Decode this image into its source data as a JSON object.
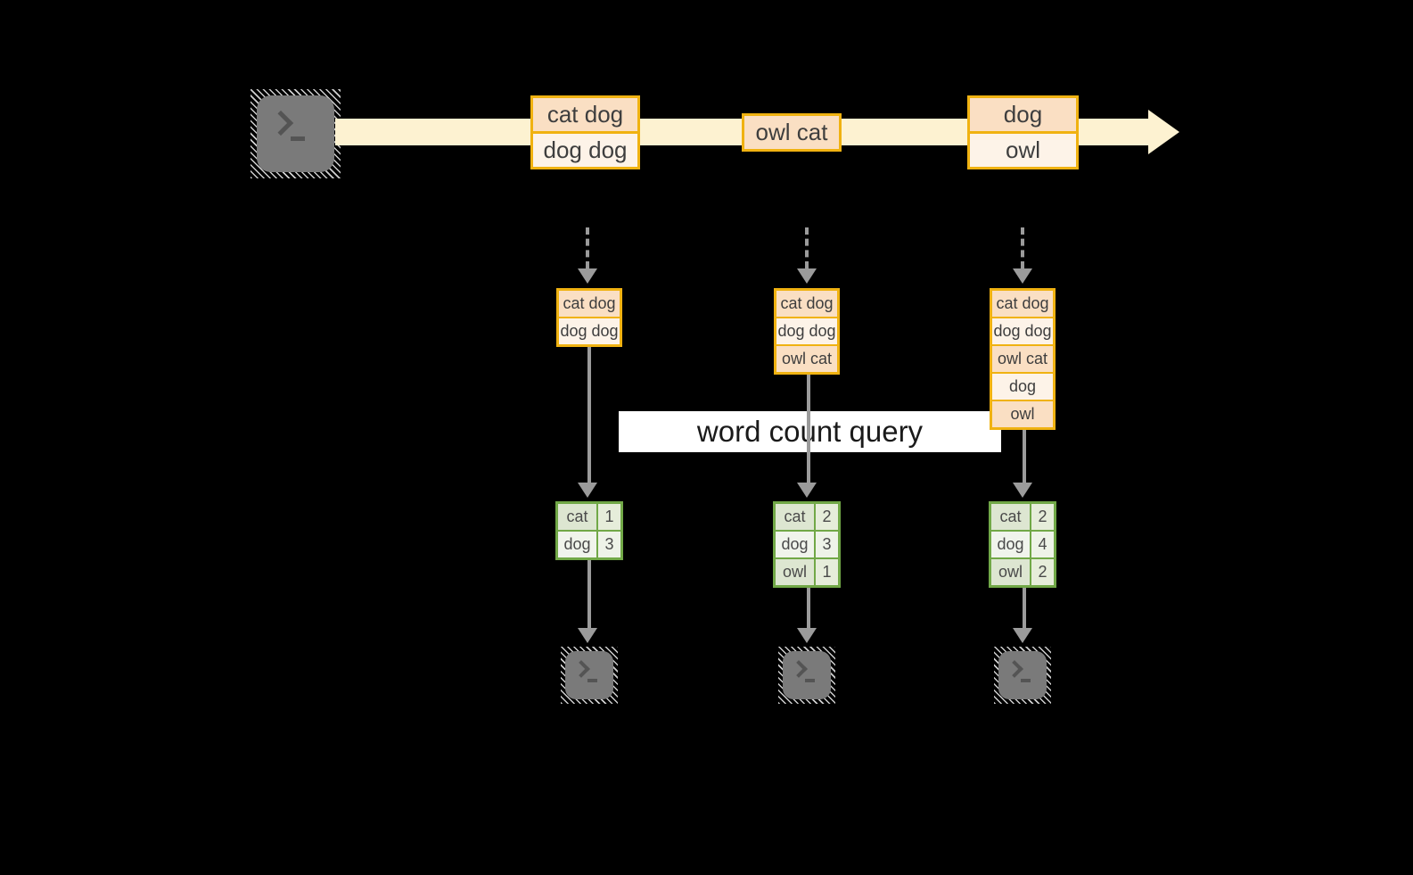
{
  "query_label": "word count query",
  "stream": {
    "events": [
      {
        "lines": [
          "cat dog",
          "dog dog"
        ]
      },
      {
        "lines": [
          "owl cat"
        ]
      },
      {
        "lines": [
          "dog",
          "owl"
        ]
      }
    ]
  },
  "columns": [
    {
      "stack": [
        "cat dog",
        "dog dog"
      ],
      "counts": [
        {
          "word": "cat",
          "count": "1"
        },
        {
          "word": "dog",
          "count": "3"
        }
      ]
    },
    {
      "stack": [
        "cat dog",
        "dog dog",
        "owl cat"
      ],
      "counts": [
        {
          "word": "cat",
          "count": "2"
        },
        {
          "word": "dog",
          "count": "3"
        },
        {
          "word": "owl",
          "count": "1"
        }
      ]
    },
    {
      "stack": [
        "cat dog",
        "dog dog",
        "owl cat",
        "dog",
        "owl"
      ],
      "counts": [
        {
          "word": "cat",
          "count": "2"
        },
        {
          "word": "dog",
          "count": "4"
        },
        {
          "word": "owl",
          "count": "2"
        }
      ]
    }
  ],
  "icons": {
    "source": "terminal-icon",
    "sinks": [
      "terminal-icon",
      "terminal-icon",
      "terminal-icon"
    ]
  },
  "colors": {
    "bg": "#000000",
    "gold": "#f0b211",
    "peach": "#fadfc3",
    "cream": "#fdf3e8",
    "band": "#fdf2d1",
    "green": "#71a847",
    "green_dark": "#dde6d1",
    "green_dark_num": "#e6edda",
    "green_light": "#f0f4ec",
    "green_light_num": "#eef3e8",
    "gray": "#9b9b9b",
    "terminal_gray": "#7a7a7a",
    "glyph_gray": "#545454",
    "text_dark": "#3e3e3e",
    "label_bg": "#ffffff",
    "label_text": "#1a1a1a"
  }
}
